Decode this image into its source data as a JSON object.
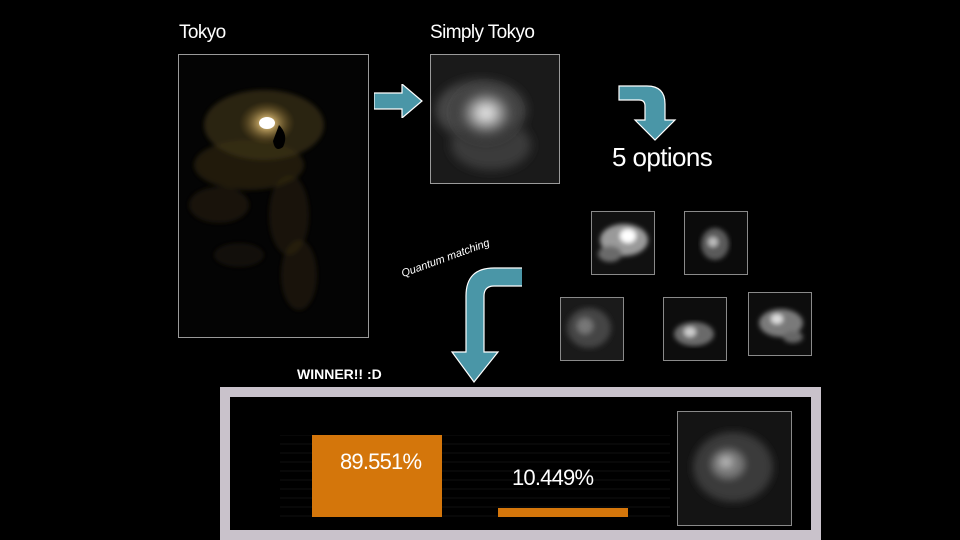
{
  "labels": {
    "tokyo": "Tokyo",
    "simply_tokyo": "Simply Tokyo",
    "options": "5 options",
    "quantum_matching": "Quantum matching",
    "winner": "WINNER!! :D"
  },
  "results": {
    "bars": [
      {
        "label": "89.551%",
        "value": 89.551
      },
      {
        "label": "10.449%",
        "value": 10.449
      }
    ]
  },
  "colors": {
    "arrow": "#4a96a7",
    "bar": "#d4760b",
    "panel_border": "#c9c2cb"
  }
}
